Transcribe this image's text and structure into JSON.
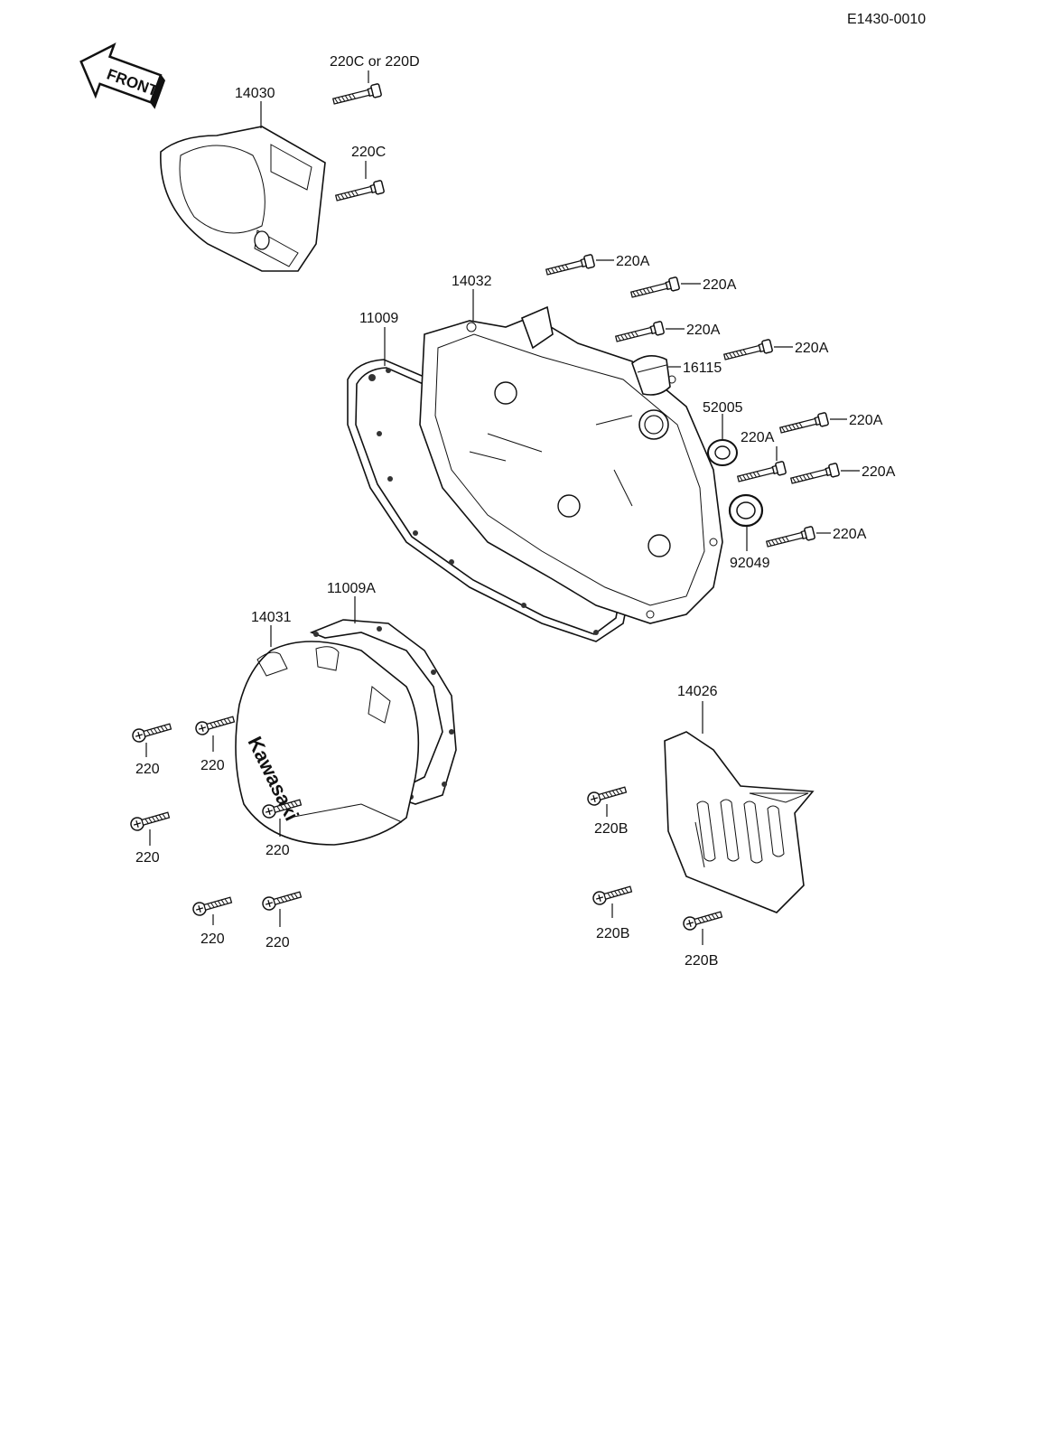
{
  "diagram_code": "E1430-0010",
  "front_label": "FRONT",
  "brand_mark": "Kawasaki",
  "labels": {
    "p14030": "14030",
    "p220c_or_d": "220C or 220D",
    "p220c": "220C",
    "p14032": "14032",
    "p11009": "11009",
    "p16115": "16115",
    "p52005": "52005",
    "p92049": "92049",
    "p11009a": "11009A",
    "p14031": "14031",
    "p14026": "14026",
    "a1": "220A",
    "a2": "220A",
    "a3": "220A",
    "a4": "220A",
    "a5": "220A",
    "a6": "220A",
    "a7": "220A",
    "a8": "220A",
    "s1": "220",
    "s2": "220",
    "s3": "220",
    "s4": "220",
    "s5": "220",
    "s6": "220",
    "b1": "220B",
    "b2": "220B",
    "b3": "220B"
  }
}
